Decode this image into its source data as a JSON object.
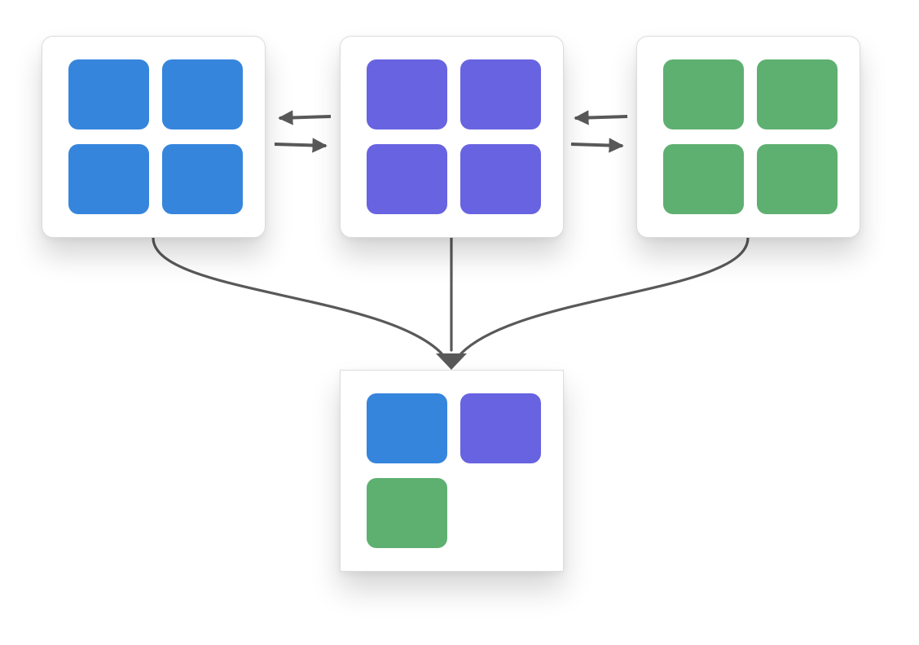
{
  "colors": {
    "blue": "#3685dd",
    "purple": "#6863e0",
    "green": "#5eb071",
    "connector": "#595959",
    "card_border": "#dcdcdc",
    "background": "#ffffff"
  },
  "nodes": [
    {
      "id": "blue-group",
      "kind": "group",
      "tiles": [
        "blue",
        "blue",
        "blue",
        "blue"
      ]
    },
    {
      "id": "purple-group",
      "kind": "group",
      "tiles": [
        "purple",
        "purple",
        "purple",
        "purple"
      ]
    },
    {
      "id": "green-group",
      "kind": "group",
      "tiles": [
        "green",
        "green",
        "green",
        "green"
      ]
    },
    {
      "id": "combined-group",
      "kind": "combined",
      "tiles": [
        "blue",
        "purple",
        "green"
      ]
    }
  ],
  "edges": [
    {
      "from": "purple-group",
      "to": "blue-group",
      "style": "straight-arrow"
    },
    {
      "from": "blue-group",
      "to": "purple-group",
      "style": "straight-arrow"
    },
    {
      "from": "green-group",
      "to": "purple-group",
      "style": "straight-arrow"
    },
    {
      "from": "purple-group",
      "to": "green-group",
      "style": "straight-arrow"
    },
    {
      "from": "blue-group",
      "to": "combined-group",
      "style": "curved-merge"
    },
    {
      "from": "purple-group",
      "to": "combined-group",
      "style": "straight-merge"
    },
    {
      "from": "green-group",
      "to": "combined-group",
      "style": "curved-merge"
    }
  ]
}
